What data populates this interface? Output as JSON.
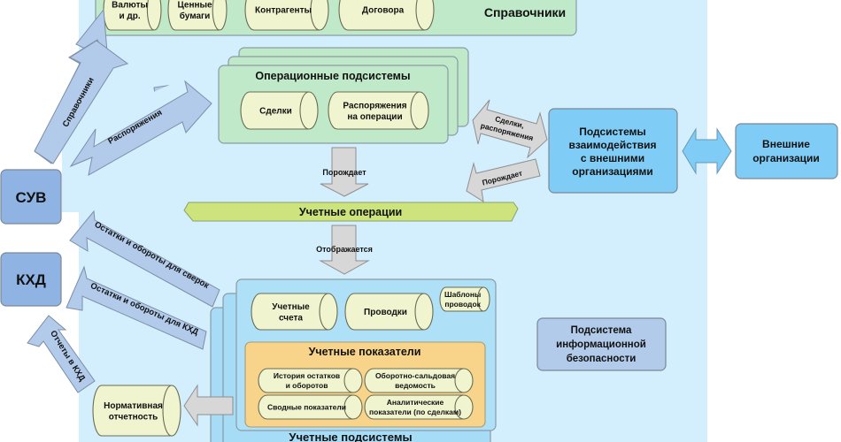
{
  "colors": {
    "canvas_bg": "#d3eefc",
    "reference_panel": "#bfe9c8",
    "operational_panel": "#bfe9c8",
    "accounting_ops_bar": "#cde37c",
    "accounting_panel": "#a6dcf6",
    "indicators_panel": "#f8d48a",
    "cylinder": "#f0f5cf",
    "blue_box": "#8fb4e3",
    "cyan_box": "#7fcdf7",
    "security_box": "#b3cbea"
  },
  "reference_books": {
    "title": "Справочники",
    "items": [
      [
        "Валюты",
        "и др."
      ],
      [
        "Ценные",
        "бумаги"
      ],
      [
        "Контрагенты"
      ],
      [
        "Договора"
      ]
    ]
  },
  "operational": {
    "title": "Операционные подсистемы",
    "items": [
      [
        "Сделки"
      ],
      [
        "Распоряжения",
        "на операции"
      ]
    ]
  },
  "accounting_operations": {
    "label": "Учетные операции"
  },
  "flows": {
    "generates": "Порождает",
    "reflected": "Отображается",
    "deals_orders": [
      "Сделки,",
      "распоряжения"
    ],
    "generates_ext": "Порождает"
  },
  "external_interaction": {
    "label": [
      "Подсистемы",
      "взаимодействия",
      "с внешними",
      "организациями"
    ]
  },
  "external_orgs": {
    "label": [
      "Внешние",
      "организации"
    ]
  },
  "suv": {
    "label": "СУВ"
  },
  "khd": {
    "label": "КХД"
  },
  "left_arrows": {
    "reference": "Справочники",
    "orders": "Распоряжения",
    "balances_reconcile": "Остатки и обороты для сверок",
    "balances_khd": "Остатки и обороты для КХД",
    "reports_khd": "Отчеты в КХД"
  },
  "accounting": {
    "title": "Учетные подсистемы",
    "items": [
      [
        "Учетные",
        "счета"
      ],
      [
        "Проводки"
      ]
    ],
    "templates": [
      "Шаблоны",
      "проводок"
    ],
    "indicators": {
      "title": "Учетные показатели",
      "items": [
        [
          "История остатков",
          "и оборотов"
        ],
        [
          "Оборотно-сальдовая",
          "ведомость"
        ],
        [
          "Сводные показатели"
        ],
        [
          "Аналитические",
          "показатели (по сделкам)"
        ]
      ]
    }
  },
  "regulatory_reporting": {
    "label": [
      "Нормативная",
      "отчетность"
    ]
  },
  "security": {
    "label": [
      "Подсистема",
      "информационной",
      "безопасности"
    ]
  }
}
